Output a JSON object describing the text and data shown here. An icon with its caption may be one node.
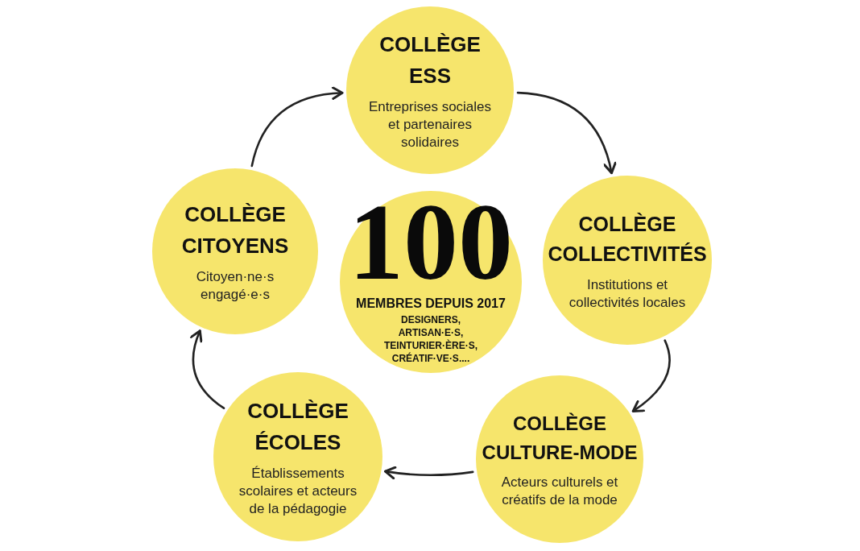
{
  "diagram": {
    "nodes": [
      {
        "text": [
          "COLLÈGE ESS",
          "Entreprises sociales et partenaires solidaires"
        ]
      },
      {
        "text": [
          "COLLÈGE CITOYENS",
          "Citoyen·ne·s engagé·e·s"
        ]
      },
      {
        "text": [
          "100",
          "MEMBRES DEPUIS 2017",
          "DESIGNERS, ARTISAN·E·S, TEINTURIER·ÈRE·S, CRÉATIF·VE·S...."
        ]
      },
      {
        "text": [
          "COLLÈGE COLLECTIVITÉS",
          "Institutions et collectivités locales"
        ]
      },
      {
        "text": [
          "COLLÈGE ÉCOLES",
          "Établissements scolaires et acteurs de la pédagogie"
        ]
      },
      {
        "text": [
          "COLLÈGE CULTURE-MODE",
          "Acteurs culturels et créatifs de la mode"
        ]
      }
    ],
    "edges": [
      {
        "from": 0,
        "to": 3,
        "arrow": "to"
      },
      {
        "from": 3,
        "to": 5,
        "arrow": "to"
      },
      {
        "from": 5,
        "to": 4,
        "arrow": "to"
      },
      {
        "from": 4,
        "to": 1,
        "arrow": "to"
      },
      {
        "from": 1,
        "to": 0,
        "arrow": "to"
      }
    ]
  }
}
